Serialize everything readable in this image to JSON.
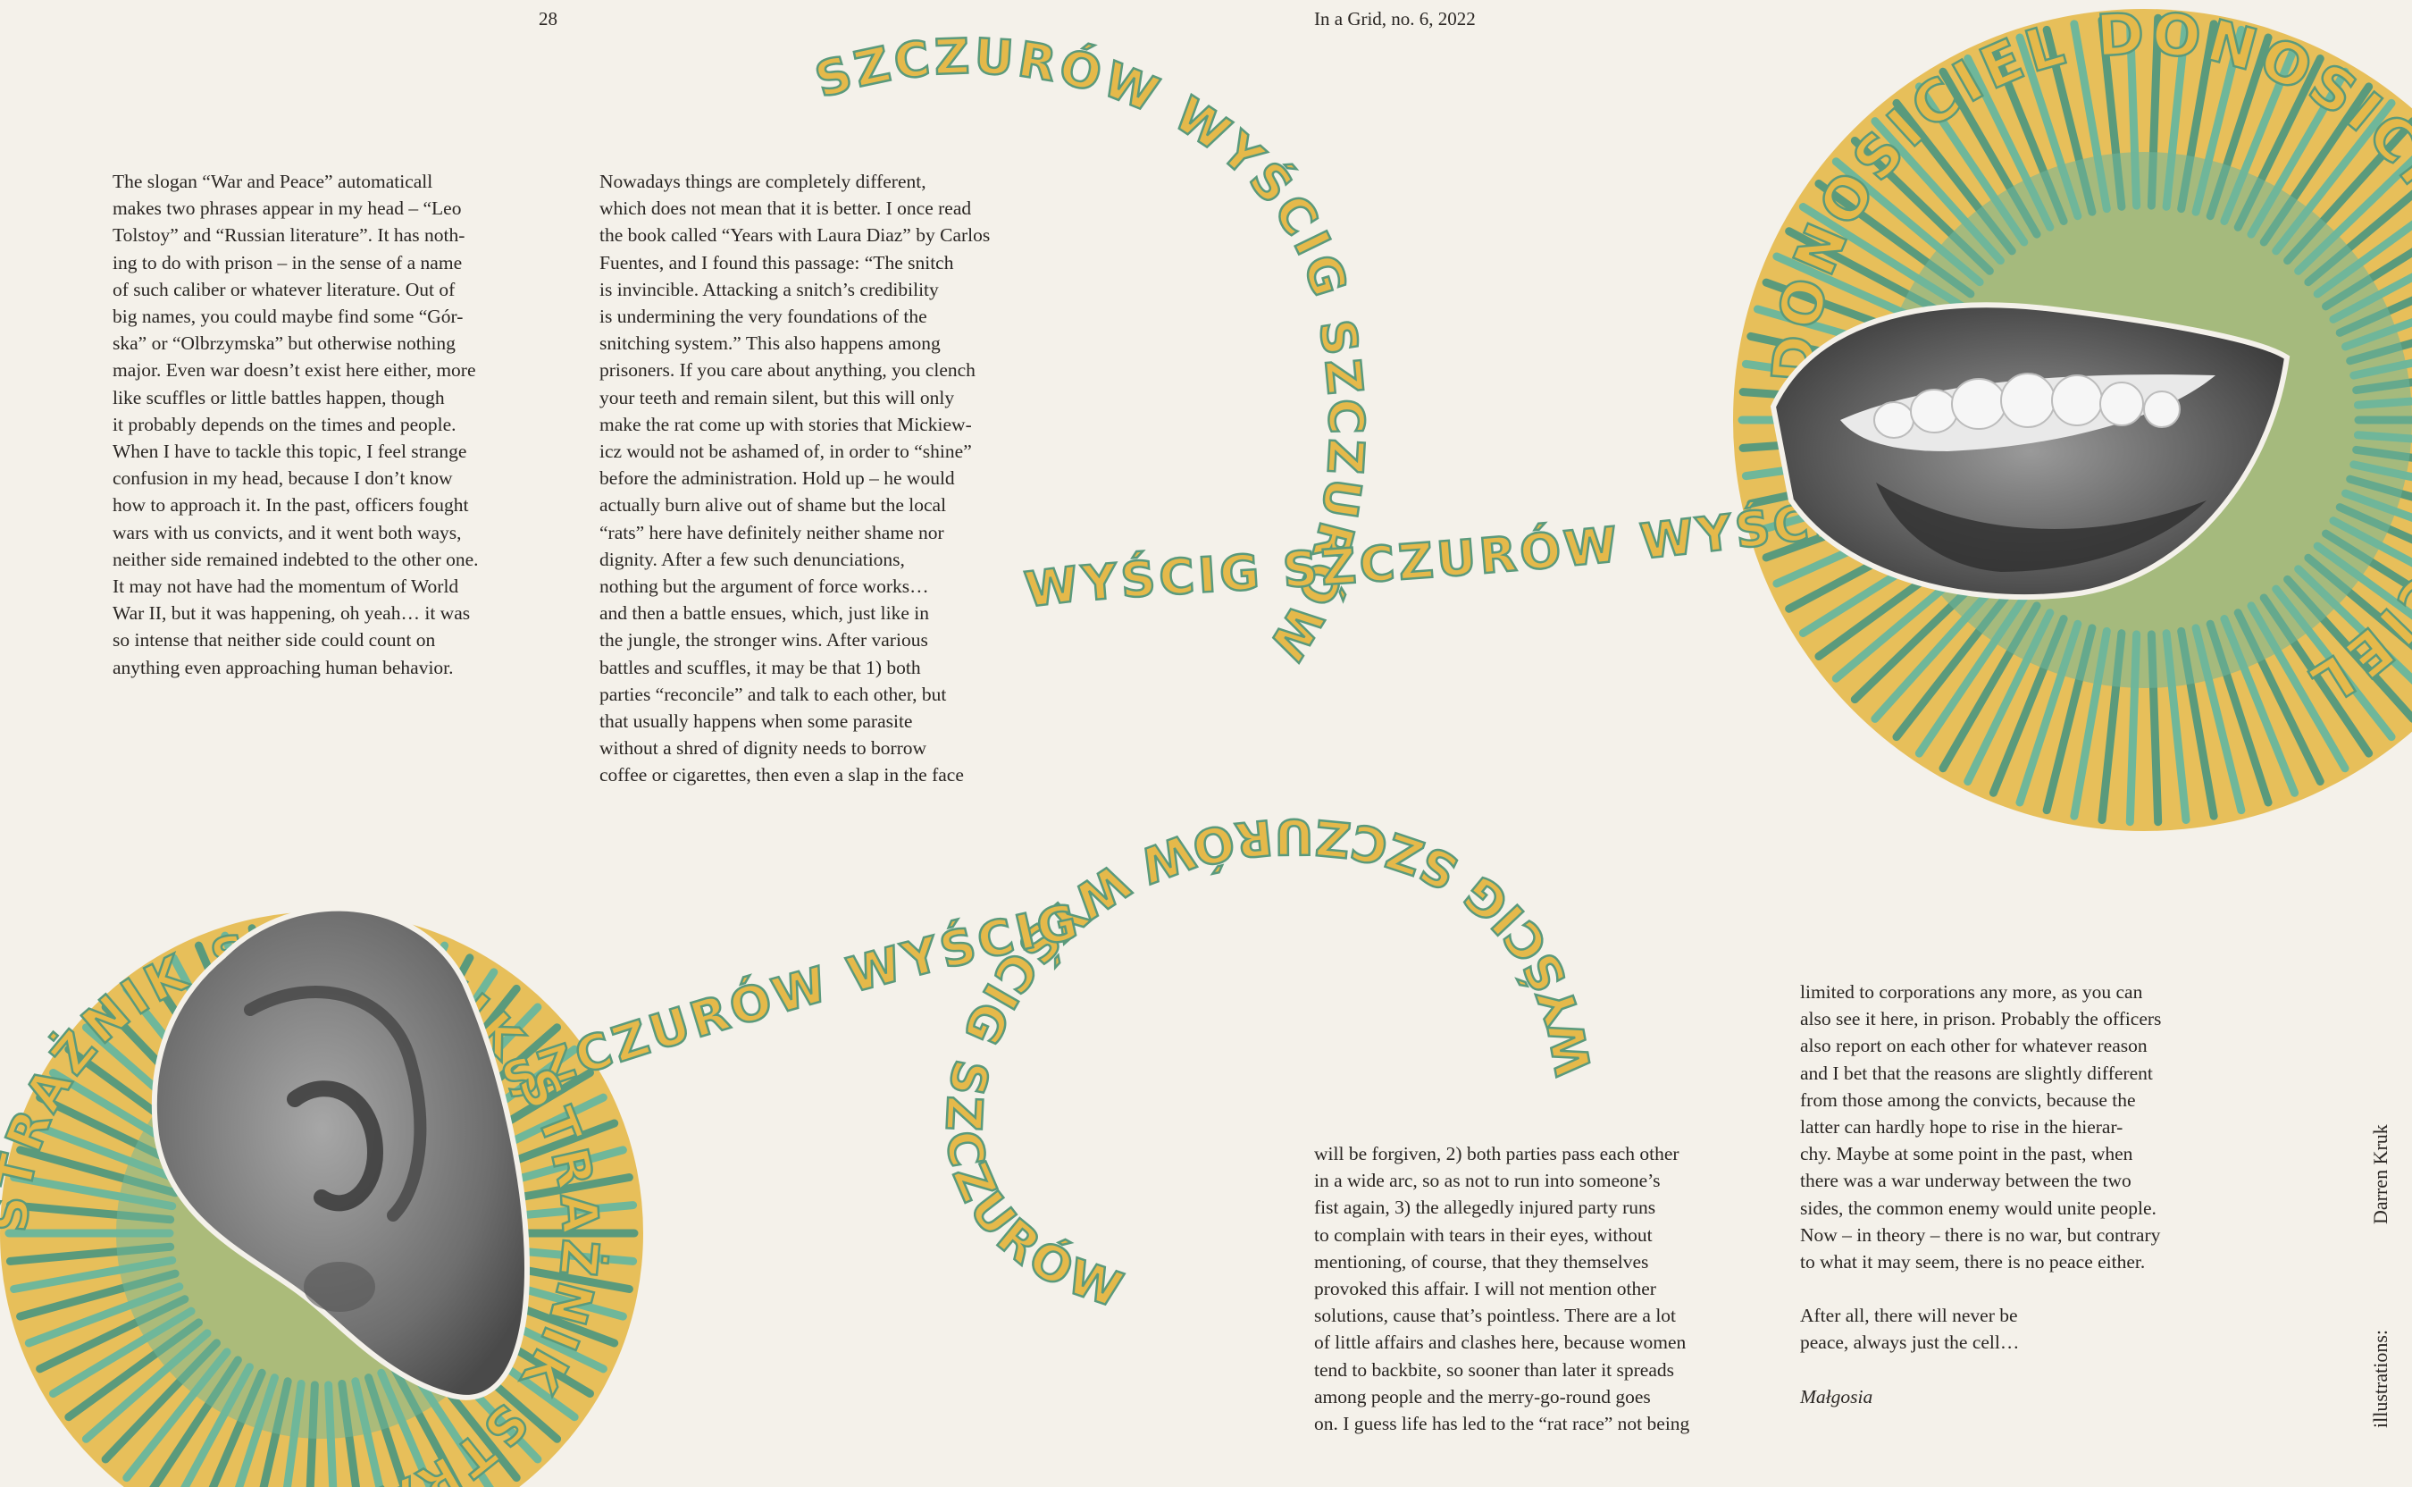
{
  "header": {
    "page_number": "28",
    "publication": "In a Grid, no. 6, 2022"
  },
  "columns": {
    "col1": [
      "The slogan “War and Peace” automaticall",
      "makes two phrases  appear in my head – “Leo",
      "Tolstoy” and “Russian literature”. It has noth-",
      "ing to do with prison – in the sense of a name",
      "of such caliber or whatever literature. Out of",
      "big names, you could maybe find some “Gór-",
      "ska” or “Olbrzymska” but otherwise nothing",
      "major. Even war doesn’t exist here either, more",
      "like scuffles or little battles happen, though",
      "it probably depends on the times and people.",
      "When I have to tackle this topic, I feel strange",
      "confusion in my head, because I don’t know",
      "how to approach it. In the past, officers fought",
      "wars with us convicts, and it went both ways,",
      "neither side remained indebted to the other one.",
      "It may not have had the momentum of World",
      "War II, but it was happening, oh yeah… it was",
      "so intense that neither side could count on",
      "anything even approaching human behavior."
    ],
    "col2": [
      "Nowadays things are completely different,",
      "which does not mean that it is better. I once read",
      "the book called “Years with Laura Diaz” by Carlos",
      "Fuentes, and I found this passage: “The snitch",
      "is invincible. Attacking a snitch’s credibility",
      "is undermining the very foundations of the",
      "snitching system.” This also happens among",
      "prisoners. If you care about anything, you clench",
      "your teeth and remain silent, but this will only",
      "make the rat come up with stories that Mickiew-",
      "icz would not be ashamed of, in order to “shine”",
      "before the administration. Hold up – he would",
      "actually burn alive out of shame but the local",
      "“rats” here have definitely neither shame nor",
      "dignity. After a few such denunciations,",
      "nothing but the argument of force works…",
      "and then a battle ensues, which, just like in",
      "the jungle, the stronger wins. After various",
      "battles and scuffles, it may be that 1) both",
      "parties “reconcile” and talk to each other, but",
      "that usually happens when some parasite",
      "without a shred of dignity needs to borrow",
      "coffee or cigarettes, then even a slap in the face"
    ],
    "col3": [
      "will be forgiven, 2) both parties pass each other",
      "in a wide arc, so as not to run into someone’s",
      "fist again, 3) the allegedly injured party runs",
      "to complain with tears in their eyes, without",
      "mentioning, of course, that they themselves",
      "provoked this affair. I will not mention other",
      "solutions, cause that’s pointless. There are a lot",
      "of little affairs and clashes here, because women",
      "tend to backbite, so sooner than later it spreads",
      "among people and the merry-go-round goes",
      "on. I guess life has led to the “rat race” not being"
    ],
    "col4": [
      "limited to corporations any more, as you can",
      "also see it here, in prison. Probably the officers",
      "also report on each other for whatever reason",
      "and I bet that the reasons are slightly different",
      "from those among the convicts, because the",
      "latter can hardly hope to rise in the hierar-",
      "chy. Maybe at some point in the past, when",
      "there was a war underway between the two",
      "sides, the common enemy would unite people.",
      "Now – in theory – there is no war, but contrary",
      "to what it may seem, there is no peace either."
    ],
    "col4_closing": [
      "After all, there will never be",
      "peace, always just the cell…"
    ],
    "signature": "Małgosia"
  },
  "credits": {
    "label": "illustrations:",
    "name": "Darren Kruk"
  },
  "illustration": {
    "word_donosiciel": "DONOSICIEL",
    "word_straznik": "STRAŻNIK",
    "word_wyscig": "WYŚCIG",
    "word_szczurow": "SZCZURÓW",
    "colors": {
      "green": "#6fb79a",
      "yellow": "#e5b94a",
      "outline": "#5a9a7c",
      "paper": "#f4f1ea"
    },
    "icons": [
      "mouth-illustration",
      "ear-illustration"
    ]
  }
}
